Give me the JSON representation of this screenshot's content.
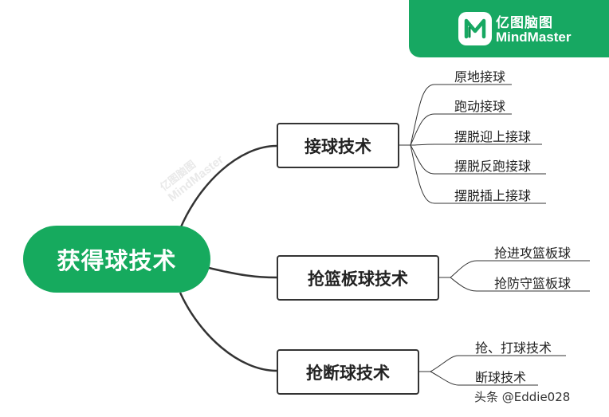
{
  "brand": {
    "name_cn": "亿图脑图",
    "name_en": "MindMaster",
    "logo_icon": "mindmaster-logo-icon",
    "background_color": "#17a862"
  },
  "mindmap": {
    "root": {
      "label": "获得球技术",
      "color": "#16aa5e"
    },
    "branches": [
      {
        "label": "接球技术",
        "children": [
          "原地接球",
          "跑动接球",
          "摆脱迎上接球",
          "摆脱反跑接球",
          "摆脱插上接球"
        ]
      },
      {
        "label": "抢篮板球技术",
        "children": [
          "抢进攻篮板球",
          "抢防守篮板球"
        ]
      },
      {
        "label": "抢断球技术",
        "children": [
          "抢、打球技术",
          "断球技术"
        ]
      }
    ]
  },
  "credit": "头条 @Eddie028",
  "colors": {
    "connector": "#333333",
    "leaf_underline": "#333333"
  }
}
